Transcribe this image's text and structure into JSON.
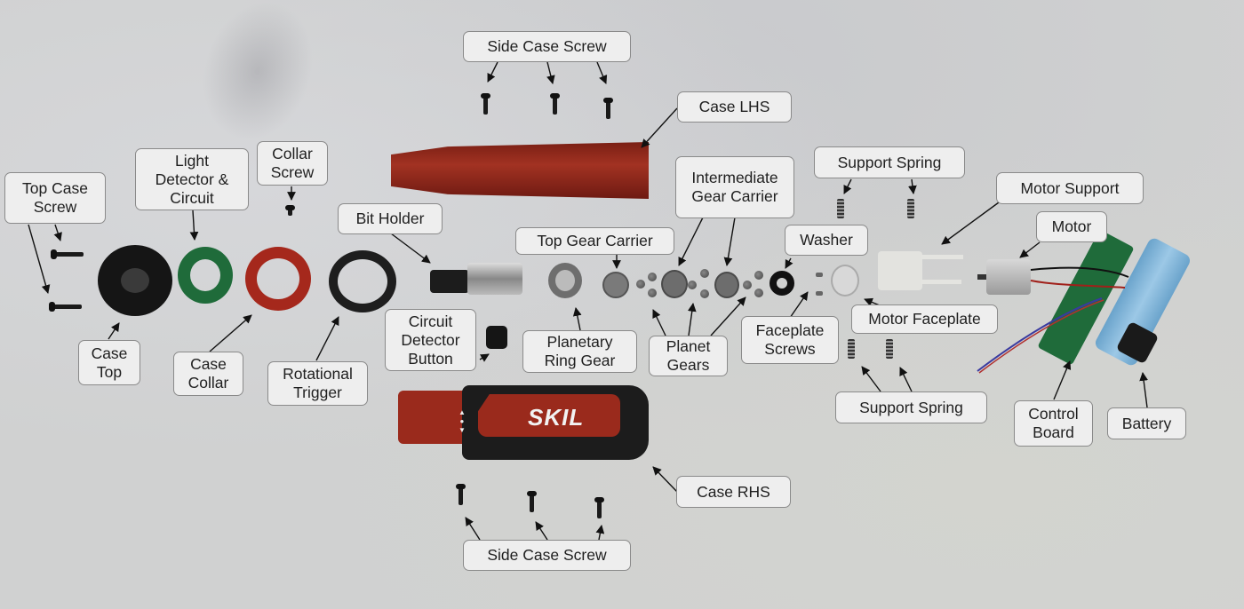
{
  "title": "SKIL rechargeable screwdriver exploded view",
  "brand_mark": "SKIL",
  "colors": {
    "label_fill": "#eeeeee",
    "label_border": "#8a8a8a",
    "case_red": "#8e2418",
    "case_black": "#1b1b1b",
    "pcb_green": "#1f6b3a",
    "battery_blue": "#7fb2d6"
  },
  "labels": {
    "side_case_screw_top": "Side Case Screw",
    "case_lhs": "Case LHS",
    "top_case_screw": "Top Case\nScrew",
    "light_detector": "Light\nDetector &\nCircuit",
    "collar_screw": "Collar\nScrew",
    "bit_holder": "Bit Holder",
    "top_gear_carrier": "Top Gear Carrier",
    "intermediate_gear_carrier": "Intermediate\nGear Carrier",
    "support_spring_top": "Support Spring",
    "motor_support": "Motor Support",
    "washer": "Washer",
    "motor": "Motor",
    "case_top": "Case\nTop",
    "case_collar": "Case\nCollar",
    "rotational_trigger": "Rotational\nTrigger",
    "circuit_detector_button": "Circuit\nDetector\nButton",
    "planetary_ring_gear": "Planetary\nRing Gear",
    "planet_gears": "Planet\nGears",
    "faceplate_screws": "Faceplate\nScrews",
    "motor_faceplate": "Motor Faceplate",
    "support_spring_bottom": "Support Spring",
    "control_board": "Control\nBoard",
    "battery": "Battery",
    "case_rhs": "Case RHS",
    "side_case_screw_bottom": "Side Case Screw"
  }
}
